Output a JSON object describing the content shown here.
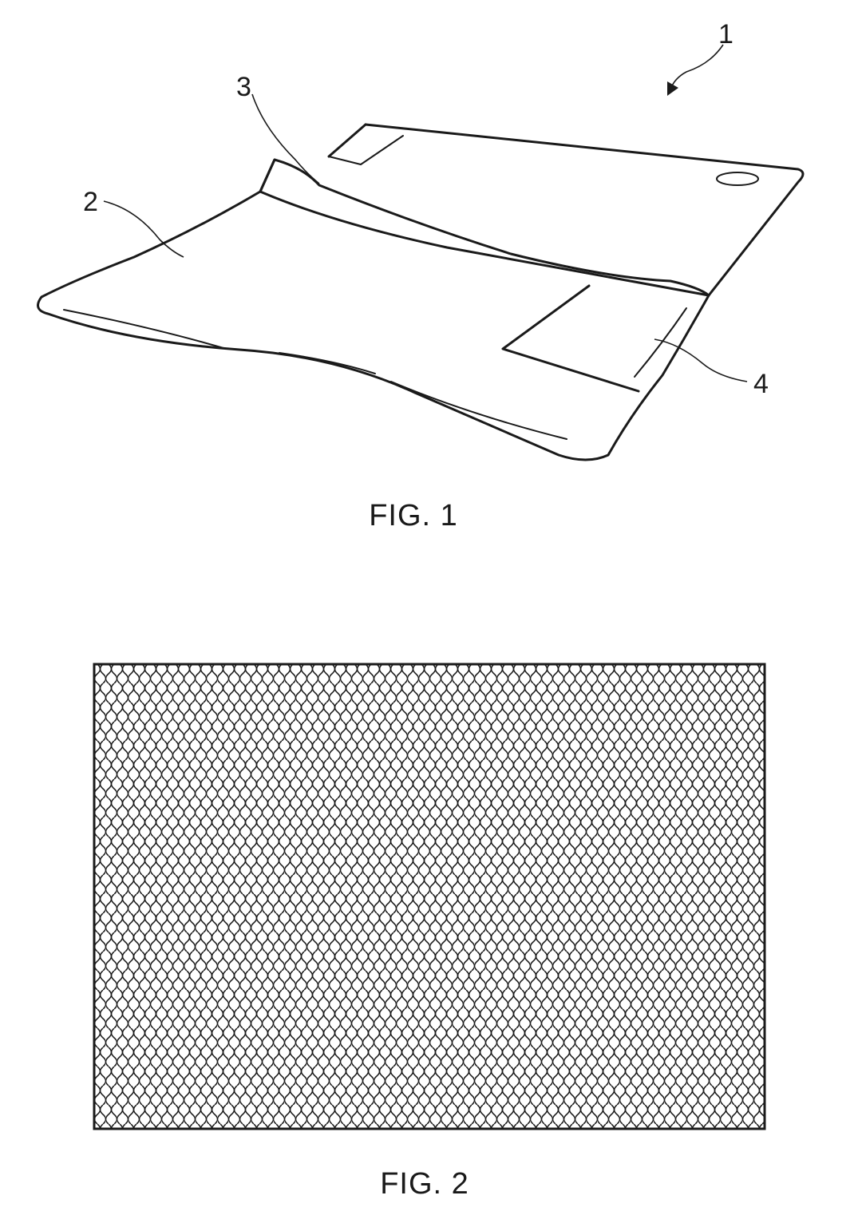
{
  "figure1": {
    "caption": "FIG. 1",
    "labels": {
      "assembly": "1",
      "sheet": "2",
      "flap": "3",
      "tab": "4"
    }
  },
  "figure2": {
    "caption": "FIG. 2",
    "pattern": "wavy-knit-texture"
  },
  "colors": {
    "ink": "#1a1a1a",
    "paper": "#ffffff"
  }
}
